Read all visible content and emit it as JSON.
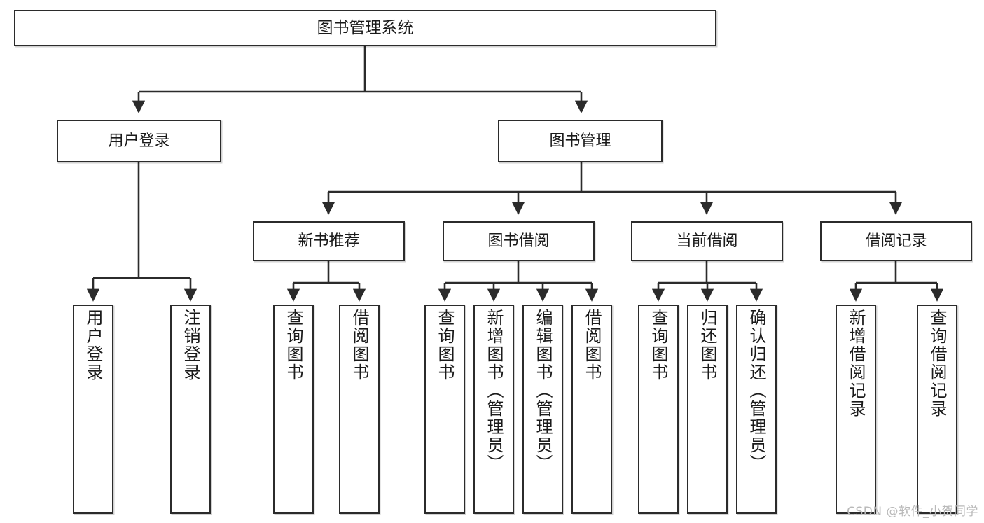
{
  "diagram": {
    "type": "tree",
    "title": "图书管理系统",
    "orientation": "top-down",
    "colors": {
      "box_border": "#2b2b2b",
      "box_fill": "#ffffff",
      "connector": "#2b2b2b",
      "text": "#1a1a1a",
      "watermark": "#b9b9b9"
    }
  },
  "root": {
    "label": "图书管理系统"
  },
  "level2": [
    {
      "label": "用户登录"
    },
    {
      "label": "图书管理"
    }
  ],
  "level3": [
    {
      "label": "新书推荐"
    },
    {
      "label": "图书借阅"
    },
    {
      "label": "当前借阅"
    },
    {
      "label": "借阅记录"
    }
  ],
  "leaves": {
    "user_login": [
      {
        "label": "用户登录"
      },
      {
        "label": "注销登录"
      }
    ],
    "new_book": [
      {
        "label": "查询图书"
      },
      {
        "label": "借阅图书"
      }
    ],
    "book_borrow": [
      {
        "label": "查询图书"
      },
      {
        "label": "新增图书（管理员）"
      },
      {
        "label": "编辑图书（管理员）"
      },
      {
        "label": "借阅图书"
      }
    ],
    "current_borrow": [
      {
        "label": "查询图书"
      },
      {
        "label": "归还图书"
      },
      {
        "label": "确认归还（管理员）"
      }
    ],
    "borrow_record": [
      {
        "label": "新增借阅记录"
      },
      {
        "label": "查询借阅记录"
      }
    ]
  },
  "watermark": {
    "text": "CSDN @软件_小贺同学"
  }
}
